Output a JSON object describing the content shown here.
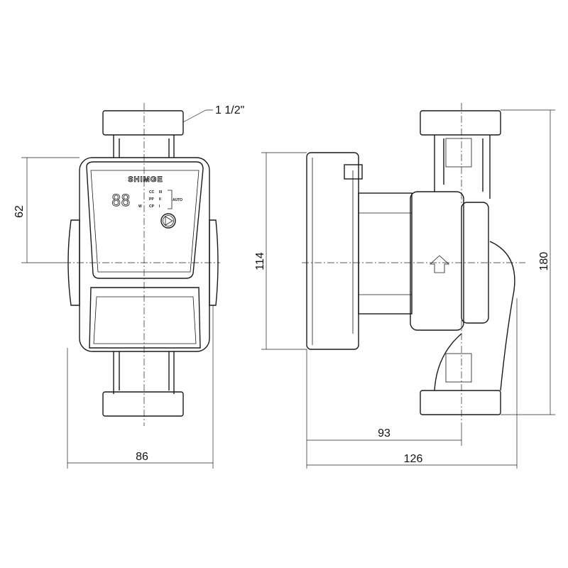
{
  "drawing": {
    "brand": "SHIMGE",
    "display": {
      "digits": "88",
      "unit": "W",
      "modes": [
        "CC",
        "PP",
        "CP"
      ],
      "levels": [
        "III",
        "II",
        "I"
      ],
      "auto_label": "AUTO"
    },
    "dimensions": {
      "thread": "1 1/2\"",
      "front_height": "62",
      "front_width": "86",
      "motor_height": "114",
      "overall_height": "180",
      "axis_depth": "93",
      "overall_depth": "126"
    }
  }
}
